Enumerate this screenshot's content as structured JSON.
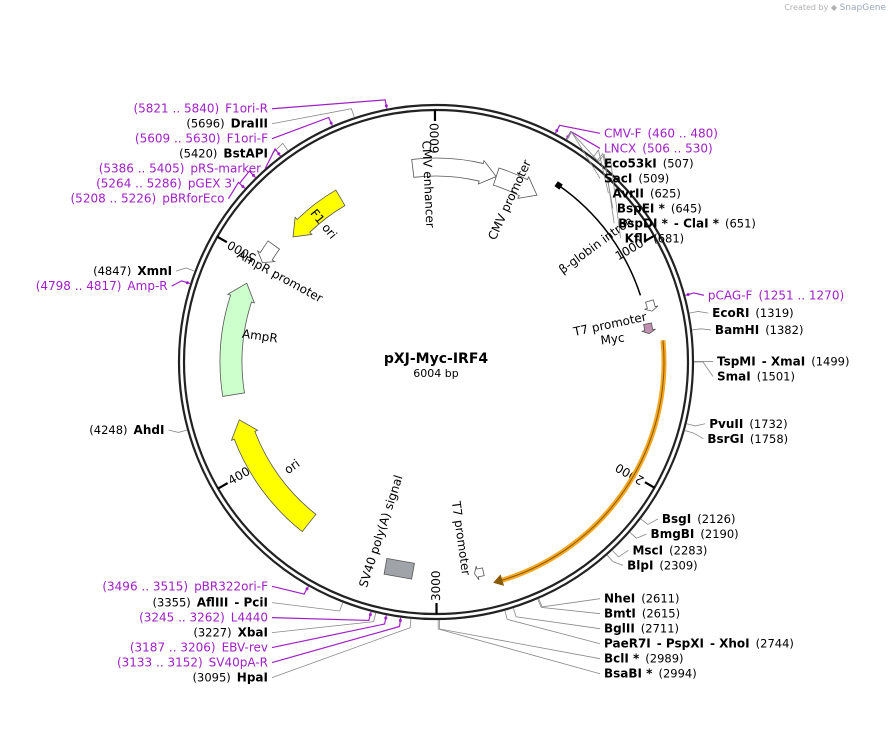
{
  "credit": {
    "prefix": "Created by",
    "brand": "SnapGene"
  },
  "plasmid": {
    "name": "pXJ-Myc-IRF4",
    "length_label": "6004 bp",
    "length": 6004
  },
  "colors": {
    "primer": "#a020c8",
    "backbone": "#222222",
    "f1ori": "#ffff00",
    "ori": "#ffff00",
    "ampr": "#ccffcc",
    "orange": "#f5a623",
    "myc": "#c090b0",
    "polyA": "#a0a4a8"
  },
  "ticks": [
    {
      "bp": 6000,
      "label": "6000"
    },
    {
      "bp": 1000,
      "label": "1000"
    },
    {
      "bp": 2000,
      "label": "2000"
    },
    {
      "bp": 3000,
      "label": "3000"
    },
    {
      "bp": 4000,
      "label": "4000"
    },
    {
      "bp": 5000,
      "label": "5000"
    }
  ],
  "features": [
    {
      "id": "f1-ori",
      "label": "F1 ori",
      "start": 5500,
      "end": 5190,
      "color": "#ffff00",
      "kind": "arrow",
      "text_bp": 5348
    },
    {
      "id": "cmv-enhancer",
      "label": "CMV enhancer",
      "start": 5890,
      "end": 300,
      "color": "#ffffff",
      "kind": "arrow",
      "text_bp": 5960
    },
    {
      "id": "cmv-promoter",
      "label": "CMV promoter",
      "start": 300,
      "end": 520,
      "color": "#ffffff",
      "kind": "arrow",
      "text_bp": 410
    },
    {
      "id": "beta-globin-intron",
      "label": "β-globin intron",
      "start": 580,
      "end": 1200,
      "color": "#000000",
      "kind": "line",
      "text_bp": 900
    },
    {
      "id": "t7-promoter-1",
      "label": "T7 promoter",
      "start": 1235,
      "end": 1280,
      "color": "#ffffff",
      "kind": "arrow",
      "text_bp": 1300
    },
    {
      "id": "myc",
      "label": "Myc",
      "start": 1330,
      "end": 1375,
      "color": "#c090b0",
      "kind": "arrow",
      "text_bp": 1380
    },
    {
      "id": "irf4",
      "label": "",
      "start": 1410,
      "end": 2760,
      "color": "#f5a623",
      "kind": "orange",
      "text_bp": 0
    },
    {
      "id": "t7-promoter-2",
      "label": "T7 promoter",
      "start": 2790,
      "end": 2830,
      "color": "#ffffff",
      "kind": "arrow",
      "text_bp": 2870
    },
    {
      "id": "sv40-polya",
      "label": "SV40 poly(A) signal",
      "start": 3110,
      "end": 3230,
      "color": "#a0a4a8",
      "kind": "box",
      "text_bp": 3300
    },
    {
      "id": "ori",
      "label": "ori",
      "start": 3640,
      "end": 4230,
      "color": "#ffff00",
      "kind": "arrow",
      "text_bp": 3900
    },
    {
      "id": "ampr",
      "label": "AmpR",
      "start": 4350,
      "end": 4880,
      "color": "#ccffcc",
      "kind": "arrow",
      "text_bp": 4640
    },
    {
      "id": "ampr-promoter",
      "label": "AmpR promoter",
      "start": 5100,
      "end": 5000,
      "color": "#ffffff",
      "kind": "arrow",
      "text_bp": 4980
    }
  ],
  "labels": {
    "right": [
      {
        "bp": 460,
        "segments": [
          {
            "t": "CMV-F",
            "p": true
          },
          {
            "t": "(460 .. 480)",
            "p": true
          }
        ]
      },
      {
        "bp": 506,
        "segments": [
          {
            "t": "LNCX",
            "p": true
          },
          {
            "t": "(506 .. 530)",
            "p": true
          }
        ]
      },
      {
        "bp": 507,
        "segments": [
          {
            "t": "Eco53kI",
            "b": true
          },
          {
            "t": "(507)"
          }
        ]
      },
      {
        "bp": 509,
        "segments": [
          {
            "t": "SacI",
            "b": true
          },
          {
            "t": "(509)"
          }
        ]
      },
      {
        "bp": 625,
        "segments": [
          {
            "t": "AvrII",
            "b": true
          },
          {
            "t": "(625)"
          }
        ]
      },
      {
        "bp": 645,
        "segments": [
          {
            "t": "BspEI *",
            "b": true
          },
          {
            "t": "(645)"
          }
        ]
      },
      {
        "bp": 651,
        "segments": [
          {
            "t": "BspDI *",
            "b": true
          },
          {
            "t": "- ClaI *",
            "b": true
          },
          {
            "t": "(651)"
          }
        ]
      },
      {
        "bp": 681,
        "segments": [
          {
            "t": "KflI",
            "b": true
          },
          {
            "t": "(681)"
          }
        ]
      },
      {
        "bp": 1251,
        "segments": [
          {
            "t": "pCAG-F",
            "p": true
          },
          {
            "t": "(1251 .. 1270)",
            "p": true
          }
        ]
      },
      {
        "bp": 1319,
        "segments": [
          {
            "t": "EcoRI",
            "b": true
          },
          {
            "t": "(1319)"
          }
        ]
      },
      {
        "bp": 1382,
        "segments": [
          {
            "t": "BamHI",
            "b": true
          },
          {
            "t": "(1382)"
          }
        ]
      },
      {
        "bp": 1499,
        "segments": [
          {
            "t": "TspMI",
            "b": true
          },
          {
            "t": "- XmaI",
            "b": true
          },
          {
            "t": "(1499)"
          }
        ]
      },
      {
        "bp": 1501,
        "segments": [
          {
            "t": "SmaI",
            "b": true
          },
          {
            "t": "(1501)"
          }
        ]
      },
      {
        "bp": 1732,
        "segments": [
          {
            "t": "PvuII",
            "b": true
          },
          {
            "t": "(1732)"
          }
        ]
      },
      {
        "bp": 1758,
        "segments": [
          {
            "t": "BsrGI",
            "b": true
          },
          {
            "t": "(1758)"
          }
        ]
      },
      {
        "bp": 2126,
        "segments": [
          {
            "t": "BsgI",
            "b": true
          },
          {
            "t": "(2126)"
          }
        ]
      },
      {
        "bp": 2190,
        "segments": [
          {
            "t": "BmgBI",
            "b": true
          },
          {
            "t": "(2190)"
          }
        ]
      },
      {
        "bp": 2283,
        "segments": [
          {
            "t": "MscI",
            "b": true
          },
          {
            "t": "(2283)"
          }
        ]
      },
      {
        "bp": 2309,
        "segments": [
          {
            "t": "BlpI",
            "b": true
          },
          {
            "t": "(2309)"
          }
        ]
      },
      {
        "bp": 2611,
        "segments": [
          {
            "t": "NheI",
            "b": true
          },
          {
            "t": "(2611)"
          }
        ]
      },
      {
        "bp": 2615,
        "segments": [
          {
            "t": "BmtI",
            "b": true
          },
          {
            "t": "(2615)"
          }
        ]
      },
      {
        "bp": 2711,
        "segments": [
          {
            "t": "BglII",
            "b": true
          },
          {
            "t": "(2711)"
          }
        ]
      },
      {
        "bp": 2744,
        "segments": [
          {
            "t": "PaeR7I",
            "b": true
          },
          {
            "t": "- PspXI",
            "b": true
          },
          {
            "t": "- XhoI",
            "b": true
          },
          {
            "t": "(2744)"
          }
        ]
      },
      {
        "bp": 2989,
        "segments": [
          {
            "t": "BclI *",
            "b": true
          },
          {
            "t": "(2989)"
          }
        ]
      },
      {
        "bp": 2994,
        "segments": [
          {
            "t": "BsaBI *",
            "b": true
          },
          {
            "t": "(2994)"
          }
        ]
      }
    ],
    "left": [
      {
        "bp": 5821,
        "segments": [
          {
            "t": "(5821 .. 5840)",
            "p": true
          },
          {
            "t": "F1ori-R",
            "p": true
          }
        ]
      },
      {
        "bp": 5696,
        "segments": [
          {
            "t": "(5696)"
          },
          {
            "t": "DraIII",
            "b": true
          }
        ]
      },
      {
        "bp": 5609,
        "segments": [
          {
            "t": "(5609 .. 5630)",
            "p": true
          },
          {
            "t": "F1ori-F",
            "p": true
          }
        ]
      },
      {
        "bp": 5420,
        "segments": [
          {
            "t": "(5420)"
          },
          {
            "t": "BstAPI",
            "b": true
          }
        ]
      },
      {
        "bp": 5386,
        "segments": [
          {
            "t": "(5386 .. 5405)",
            "p": true
          },
          {
            "t": "pRS-marker",
            "p": true
          }
        ]
      },
      {
        "bp": 5264,
        "segments": [
          {
            "t": "(5264 .. 5286)",
            "p": true
          },
          {
            "t": "pGEX 3'",
            "p": true
          }
        ]
      },
      {
        "bp": 5208,
        "segments": [
          {
            "t": "(5208 .. 5226)",
            "p": true
          },
          {
            "t": "pBRforEco",
            "p": true
          }
        ]
      },
      {
        "bp": 4847,
        "segments": [
          {
            "t": "(4847)"
          },
          {
            "t": "XmnI",
            "b": true
          }
        ]
      },
      {
        "bp": 4798,
        "segments": [
          {
            "t": "(4798 .. 4817)",
            "p": true
          },
          {
            "t": "Amp-R",
            "p": true
          }
        ]
      },
      {
        "bp": 4248,
        "segments": [
          {
            "t": "(4248)"
          },
          {
            "t": "AhdI",
            "b": true
          }
        ]
      },
      {
        "bp": 3496,
        "segments": [
          {
            "t": "(3496 .. 3515)",
            "p": true
          },
          {
            "t": "pBR322ori-F",
            "p": true
          }
        ]
      },
      {
        "bp": 3355,
        "segments": [
          {
            "t": "(3355)"
          },
          {
            "t": "AflIII",
            "b": true
          },
          {
            "t": "- PciI",
            "b": true
          }
        ]
      },
      {
        "bp": 3245,
        "segments": [
          {
            "t": "(3245 .. 3262)",
            "p": true
          },
          {
            "t": "L4440",
            "p": true
          }
        ]
      },
      {
        "bp": 3227,
        "segments": [
          {
            "t": "(3227)"
          },
          {
            "t": "XbaI",
            "b": true
          }
        ]
      },
      {
        "bp": 3187,
        "segments": [
          {
            "t": "(3187 .. 3206)",
            "p": true
          },
          {
            "t": "EBV-rev",
            "p": true
          }
        ]
      },
      {
        "bp": 3133,
        "segments": [
          {
            "t": "(3133 .. 3152)",
            "p": true
          },
          {
            "t": "SV40pA-R",
            "p": true
          }
        ]
      },
      {
        "bp": 3095,
        "segments": [
          {
            "t": "(3095)"
          },
          {
            "t": "HpaI",
            "b": true
          }
        ]
      }
    ]
  }
}
